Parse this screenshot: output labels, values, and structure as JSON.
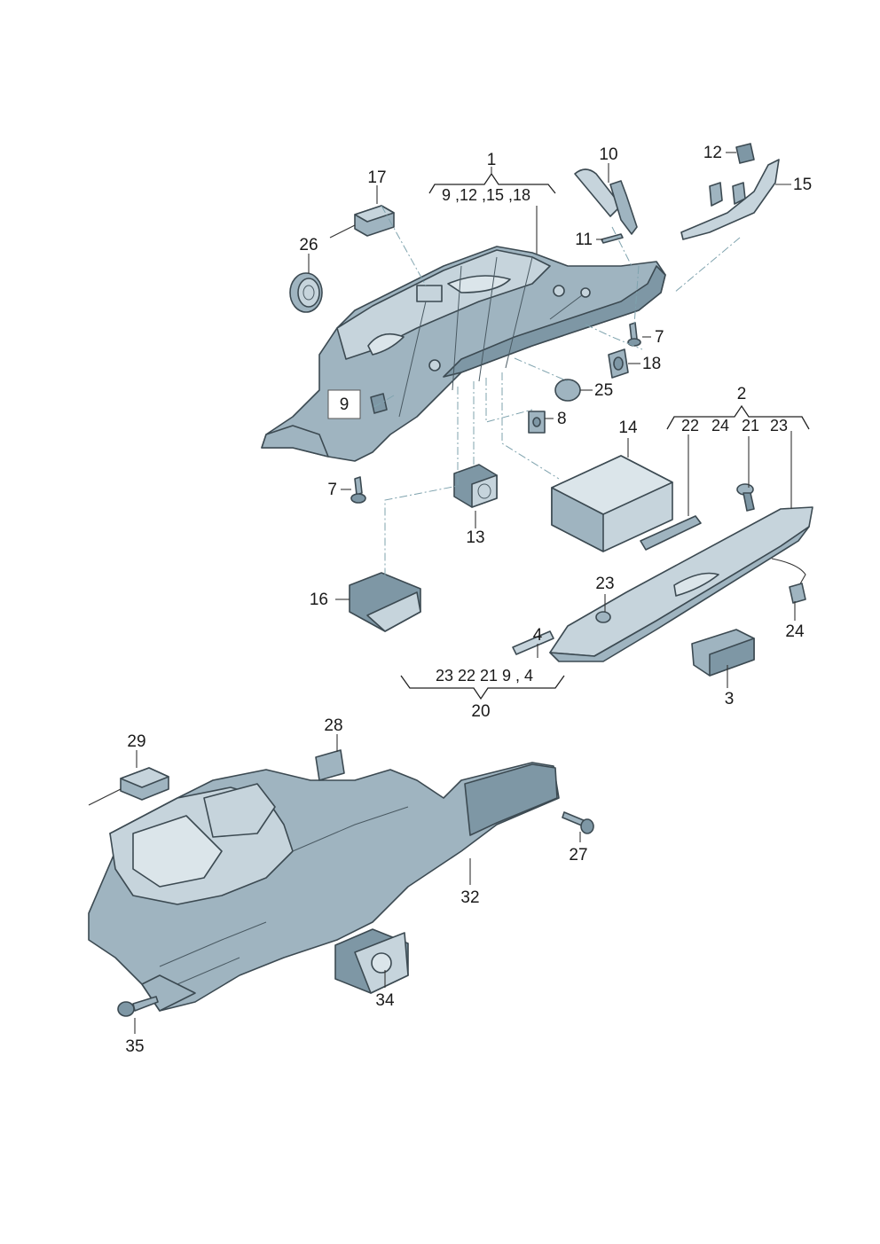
{
  "callouts": {
    "c1": "1",
    "c2": "2",
    "c3": "3",
    "c4": "4",
    "c7a": "7",
    "c7b": "7",
    "c8": "8",
    "c9": "9",
    "c10": "10",
    "c11": "11",
    "c12": "12",
    "c13": "13",
    "c14": "14",
    "c15": "15",
    "c16": "16",
    "c17": "17",
    "c18": "18",
    "c20": "20",
    "c21": "21",
    "c22": "22",
    "c23a": "23",
    "c23b": "23",
    "c24a": "24",
    "c24b": "24",
    "c25": "25",
    "c26": "26",
    "c27": "27",
    "c28": "28",
    "c29": "29",
    "c32": "32",
    "c34": "34",
    "c35": "35"
  },
  "groups": {
    "g1": "9 ,12 ,15 ,18",
    "g2a": "22",
    "g2b": "24",
    "g2c": "21",
    "g2d": "23",
    "g20": "23  22  21 9 ,  4"
  },
  "colors": {
    "part_fill": "#9fb4c0",
    "part_shade": "#7e97a5",
    "part_highlight": "#dbe5ea",
    "leader_dash": "#7fa3ae"
  }
}
